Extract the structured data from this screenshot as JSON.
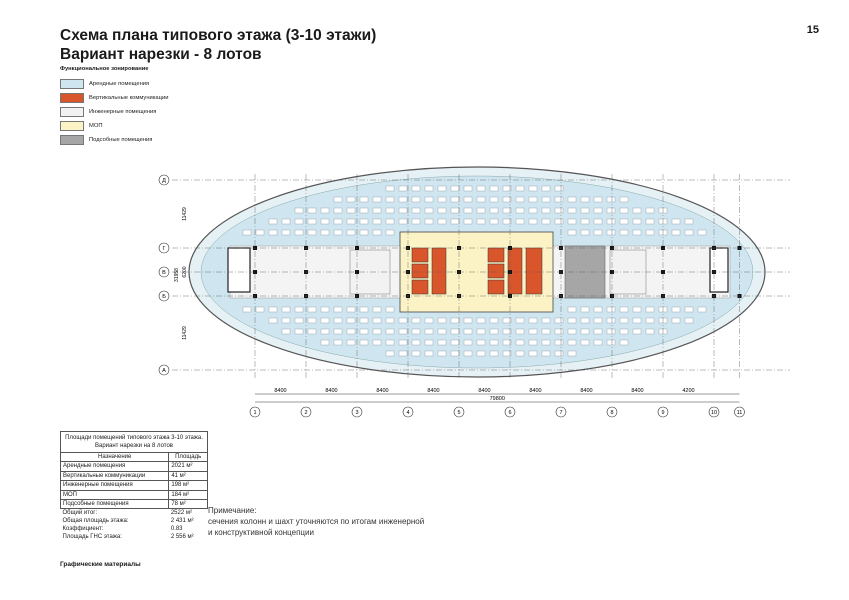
{
  "header": {
    "title_line1": "Схема плана типового этажа (3-10 этажи)",
    "title_line2": "Вариант нарезки - 8 лотов",
    "page_number": "15"
  },
  "legend": {
    "title": "Функциональное зонирование",
    "items": [
      {
        "label": "Арендные помещения",
        "color": "#cfe6f0"
      },
      {
        "label": "Вертикальные коммуникации",
        "color": "#d9562c"
      },
      {
        "label": "Инженерные помещения",
        "color": "#f2f2f2"
      },
      {
        "label": "МОП",
        "color": "#fbf3c6"
      },
      {
        "label": "Подсобные помещения",
        "color": "#a6a6a6"
      }
    ]
  },
  "plan": {
    "axes_letters": [
      "Д",
      "Г",
      "В",
      "Б",
      "А"
    ],
    "axes_numbers": [
      "1",
      "2",
      "3",
      "4",
      "5",
      "6",
      "7",
      "8",
      "9",
      "10",
      "11"
    ],
    "dimensions": [
      "8400",
      "8400",
      "8400",
      "8400",
      "8400",
      "8400",
      "8400",
      "8400",
      "4200"
    ],
    "total_dimension": "79800",
    "vertical_dimensions": [
      "11429",
      "6200",
      "11429"
    ],
    "vertical_total": "31958"
  },
  "summary": {
    "caption": "Площади помещений типового этажа 3-10 этажа. Вариант нарезки на 8 лотов",
    "col_name": "Назначение",
    "col_area": "Площадь",
    "rows": [
      {
        "name": "Арендные помещения",
        "area": "2021 м²"
      },
      {
        "name": "Вертикальные коммуникации",
        "area": "41 м²"
      },
      {
        "name": "Инженерные помещения",
        "area": "198 м²"
      },
      {
        "name": "МОП",
        "area": "184 м²"
      },
      {
        "name": "Подсобные помещения",
        "area": "78 м²"
      }
    ],
    "totals": [
      {
        "name": "Общий итог:",
        "value": "2522 м²"
      },
      {
        "name": "Общая площадь этажа:",
        "value": "2 431 м²"
      },
      {
        "name": "Коэффициент:",
        "value": "0.83"
      },
      {
        "name": "Площадь ГНС этажа:",
        "value": "2 556  м²"
      }
    ]
  },
  "note": {
    "line1": "Примечание:",
    "line2": "сечения колонн и шахт уточняются по итогам инженерной",
    "line3": "и конструктивной концепции"
  },
  "footer": {
    "label": "Графические материалы"
  }
}
